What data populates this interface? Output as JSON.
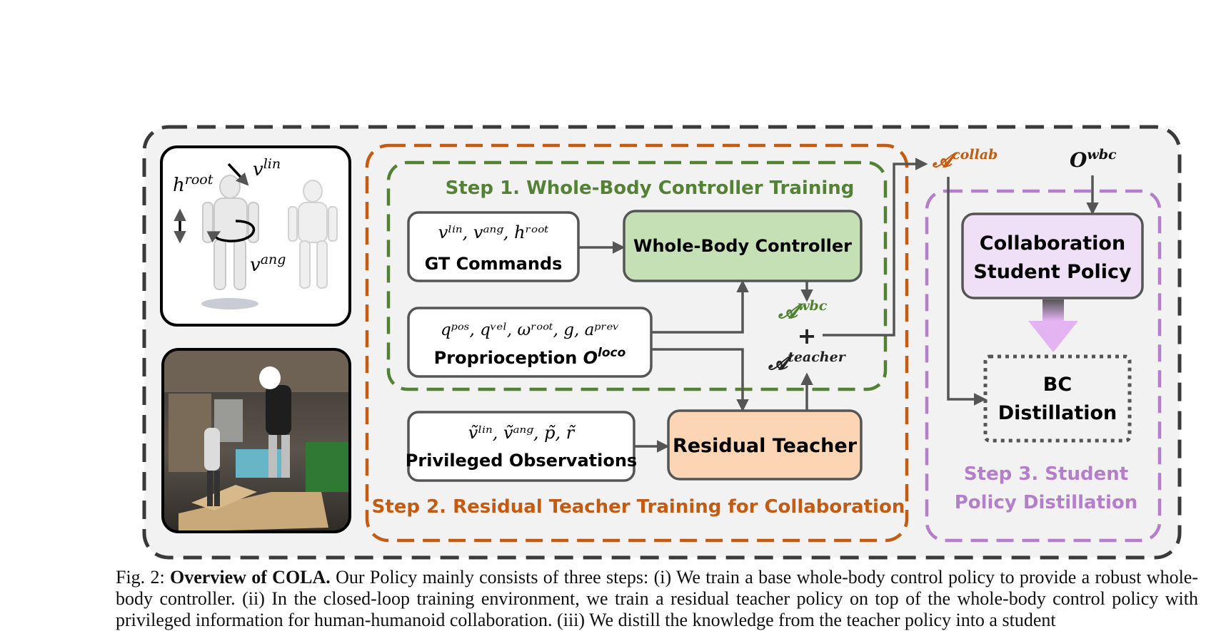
{
  "colors": {
    "panel_bg": "#f2f2f2",
    "outer_border": "#3a3a3a",
    "step1": "#548235",
    "step2": "#c55a11",
    "step3": "#b57ecb",
    "wbc_fill": "#c5e0b4",
    "teacher_fill": "#fcd5b5",
    "student_fill": "#efe0f7",
    "arrow": "#555555"
  },
  "step1": {
    "title": "Step 1. Whole-Body Controller Training"
  },
  "step2": {
    "title": "Step 2. Residual Teacher Training for Collaboration"
  },
  "step3": {
    "title_line1": "Step 3. Student",
    "title_line2": "Policy Distillation"
  },
  "robot_panel": {
    "h_label": "h",
    "h_sup": "root",
    "vlin_label": "v",
    "vlin_sup": "lin",
    "vang_label": "v",
    "vang_sup": "ang"
  },
  "boxes": {
    "gt_commands": {
      "math": "vˡⁱⁿ, vᵃⁿᵍ, hʳᵒᵒᵗ",
      "label": "GT Commands"
    },
    "proprioception": {
      "math": "qᵖᵒˢ, qᵛᵉˡ, ωʳᵒᵒᵗ, g, aᵖʳᵉᵛ",
      "label": "Proprioception",
      "symbol": "O",
      "symbol_sup": "loco"
    },
    "privileged": {
      "math": "ṽˡⁱⁿ, ṽᵃⁿᵍ, p̃, r̃",
      "label": "Privileged Observations"
    },
    "wbc": {
      "label": "Whole-Body Controller"
    },
    "teacher": {
      "label": "Residual Teacher"
    },
    "student": {
      "line1": "Collaboration",
      "line2": "Student Policy"
    },
    "bc": {
      "line1": "BC",
      "line2": "Distillation"
    }
  },
  "symbols": {
    "a_wbc": "𝓐",
    "a_wbc_sup": "wbc",
    "plus": "+",
    "a_teacher": "𝓐",
    "a_teacher_sup": "teacher",
    "a_collab": "𝓐",
    "a_collab_sup": "collab",
    "o_wbc": "O",
    "o_wbc_sup": "wbc"
  },
  "caption": {
    "fig": "Fig. 2:",
    "title": "Overview of COLA.",
    "text": "Our Policy mainly consists of three steps: (i) We train a base whole-body control policy to provide a robust whole-body controller. (ii) In the closed-loop training environment, we train a residual teacher policy on top of the whole-body control policy with privileged information for human-humanoid collaboration. (iii) We distill the knowledge from the teacher policy into a student"
  }
}
